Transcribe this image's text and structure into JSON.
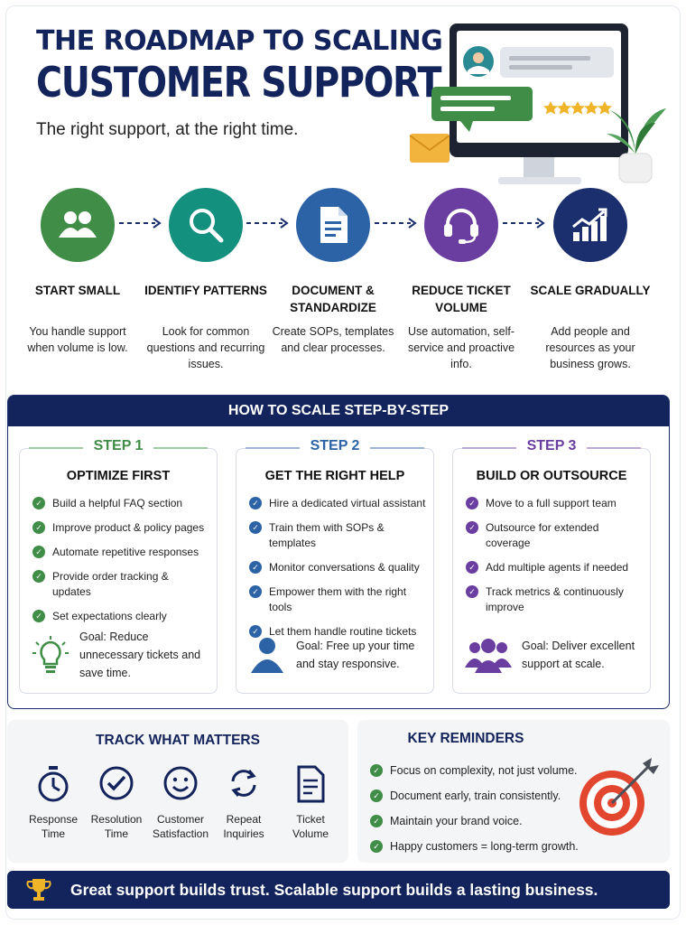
{
  "header": {
    "title_line1": "THE ROADMAP TO SCALING",
    "title_line2": "CUSTOMER SUPPORT",
    "subtitle": "The right support, at the right time."
  },
  "colors": {
    "navy": "#13235b",
    "green": "#3f8d46",
    "teal": "#14907f",
    "blue": "#2c63a7",
    "purple": "#6a3ea1",
    "dark_navy": "#1b2f6e",
    "orange_accent": "#e2462f",
    "gold": "#f0b429"
  },
  "process": [
    {
      "icon": "users-icon",
      "title": "START SMALL",
      "desc": "You handle support when volume is low."
    },
    {
      "icon": "magnifier-icon",
      "title": "IDENTIFY PATTERNS",
      "desc": "Look for common questions and recurring issues."
    },
    {
      "icon": "document-icon",
      "title": "DOCUMENT & STANDARDIZE",
      "desc": "Create SOPs, templates and clear processes."
    },
    {
      "icon": "headset-icon",
      "title": "REDUCE TICKET VOLUME",
      "desc": "Use automation, self-service and proactive info."
    },
    {
      "icon": "growth-chart-icon",
      "title": "SCALE GRADUALLY",
      "desc": "Add people and resources as your business grows."
    }
  ],
  "scale_section": {
    "header": "HOW TO SCALE STEP-BY-STEP",
    "steps": [
      {
        "label": "STEP 1",
        "title": "OPTIMIZE FIRST",
        "items": [
          "Build a helpful FAQ section",
          "Improve product & policy pages",
          "Automate repetitive responses",
          "Provide order tracking & updates",
          "Set expectations clearly"
        ],
        "goal": "Goal: Reduce unnecessary tickets and save time."
      },
      {
        "label": "STEP 2",
        "title": "GET THE RIGHT HELP",
        "items": [
          "Hire a dedicated virtual assistant",
          "Train them with SOPs & templates",
          "Monitor conversations & quality",
          "Empower them with the right tools",
          "Let them handle routine tickets"
        ],
        "goal": "Goal: Free up your time and stay responsive."
      },
      {
        "label": "STEP 3",
        "title": "BUILD OR OUTSOURCE",
        "items": [
          "Move to a full support team",
          "Outsource for extended coverage",
          "Add multiple agents if needed",
          "Track metrics & continuously improve"
        ],
        "goal": "Goal: Deliver excellent support at scale."
      }
    ]
  },
  "track": {
    "title": "TRACK WHAT MATTERS",
    "metrics": [
      {
        "icon": "stopwatch-icon",
        "label": "Response Time"
      },
      {
        "icon": "check-circle-icon",
        "label": "Resolution Time"
      },
      {
        "icon": "smiley-icon",
        "label": "Customer Satisfaction"
      },
      {
        "icon": "repeat-icon",
        "label": "Repeat Inquiries"
      },
      {
        "icon": "ticket-doc-icon",
        "label": "Ticket Volume"
      }
    ]
  },
  "reminders": {
    "title": "KEY REMINDERS",
    "items": [
      "Focus on complexity, not just volume.",
      "Document early, train consistently.",
      "Maintain your brand voice.",
      "Happy customers = long-term growth."
    ]
  },
  "footer": {
    "banner": "Great support builds trust. Scalable support builds a lasting business."
  }
}
